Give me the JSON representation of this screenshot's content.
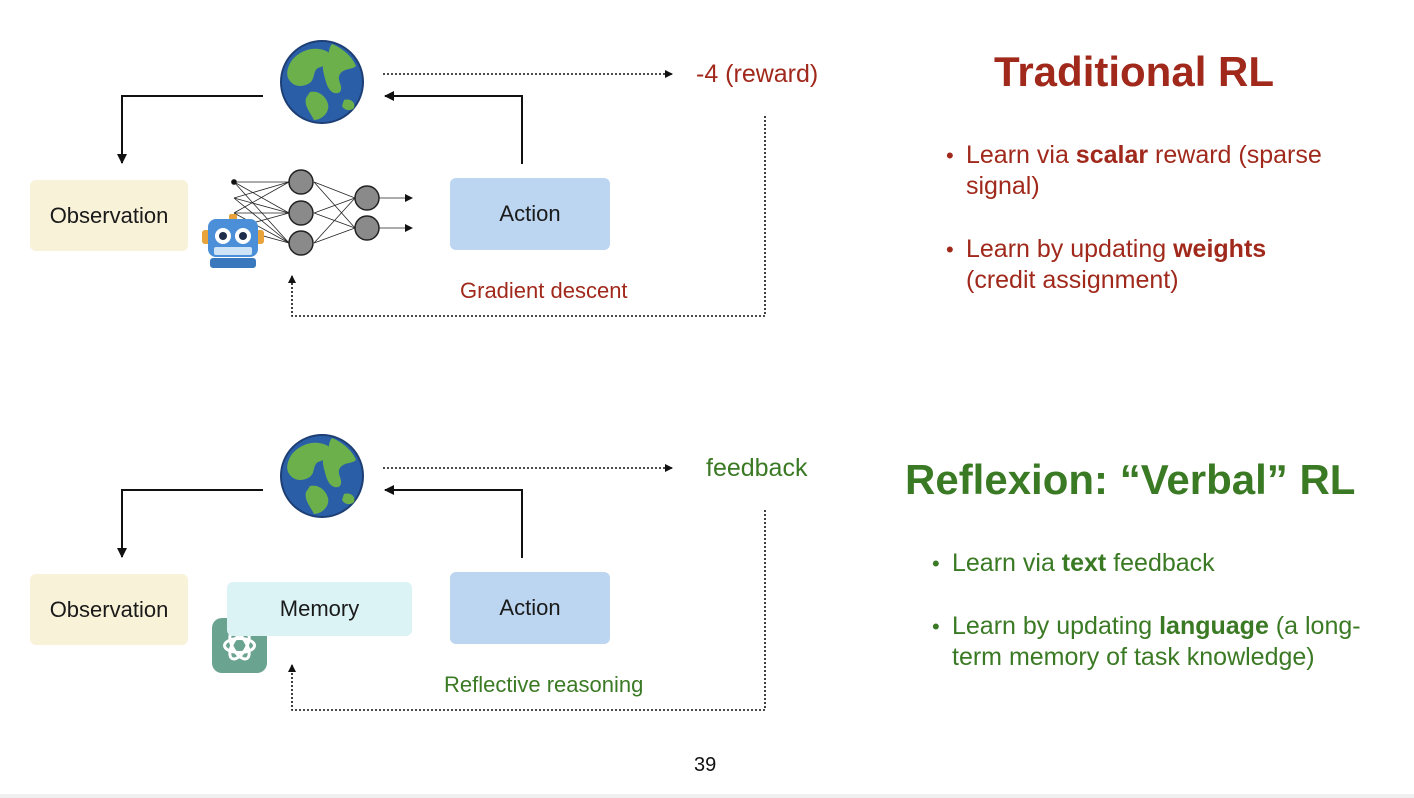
{
  "colors": {
    "traditional": "#a0291c",
    "reflexion": "#3b7a24",
    "observation_bg": "#f8f2d9",
    "action_bg": "#bcd5f0",
    "memory_bg": "#dcf3f6"
  },
  "top": {
    "observation": "Observation",
    "action": "Action",
    "reward": "-4 (reward)",
    "loop_label": "Gradient descent",
    "title": "Traditional RL",
    "bullets": [
      {
        "pre": "Learn via ",
        "bold": "scalar",
        "post": " reward (sparse signal)"
      },
      {
        "pre": "Learn by updating ",
        "bold": "weights",
        "post": " (credit assignment)"
      }
    ]
  },
  "bottom": {
    "observation": "Observation",
    "memory": "Memory",
    "action": "Action",
    "feedback": "feedback",
    "loop_label": "Reflective reasoning",
    "title": "Reflexion: “Verbal” RL",
    "bullets": [
      {
        "pre": "Learn via ",
        "bold": "text",
        "post": " feedback"
      },
      {
        "pre": "Learn by updating ",
        "bold": "language",
        "post": " (a long-term memory of task knowledge)"
      }
    ]
  },
  "page_number": "39",
  "icons": [
    "globe-icon",
    "robot-icon",
    "neural-network-icon",
    "openai-logo-icon"
  ]
}
